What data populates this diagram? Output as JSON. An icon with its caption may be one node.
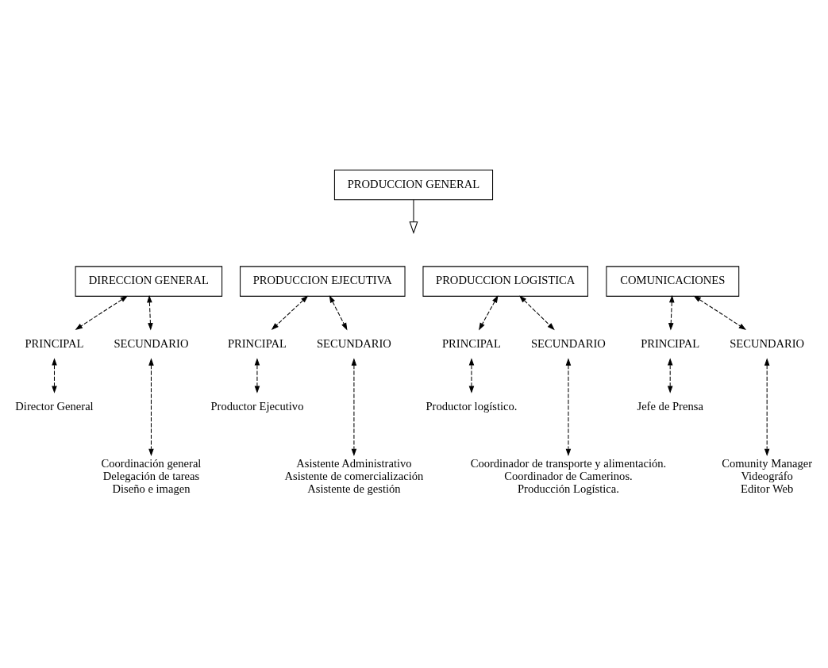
{
  "diagram": {
    "nodes": [
      {
        "text": [
          "PRODUCCION GENERAL"
        ]
      },
      {
        "text": [
          "DIRECCION GENERAL"
        ]
      },
      {
        "text": [
          "PRODUCCION EJECUTIVA"
        ]
      },
      {
        "text": [
          "PRODUCCION LOGISTICA"
        ]
      },
      {
        "text": [
          "COMUNICACIONES"
        ]
      },
      {
        "text": [
          "PRINCIPAL"
        ]
      },
      {
        "text": [
          "SECUNDARIO"
        ]
      },
      {
        "text": [
          "Director General"
        ]
      },
      {
        "text": [
          "Coordinación general",
          "Delegación de tareas",
          "Diseño e imagen"
        ]
      },
      {
        "text": [
          "PRINCIPAL"
        ]
      },
      {
        "text": [
          "SECUNDARIO"
        ]
      },
      {
        "text": [
          "Productor Ejecutivo"
        ]
      },
      {
        "text": [
          "Asistente Administrativo",
          "Asistente de comercialización",
          "Asistente de gestión"
        ]
      },
      {
        "text": [
          "PRINCIPAL"
        ]
      },
      {
        "text": [
          "SECUNDARIO"
        ]
      },
      {
        "text": [
          "Productor logístico."
        ]
      },
      {
        "text": [
          "Coordinador de transporte y alimentación.",
          "Coordinador de Camerinos.",
          "Producción Logística."
        ]
      },
      {
        "text": [
          "PRINCIPAL"
        ]
      },
      {
        "text": [
          "SECUNDARIO"
        ]
      },
      {
        "text": [
          "Jefe de Prensa"
        ]
      },
      {
        "text": [
          "Comunity Manager",
          "Videográfo",
          "Editor Web"
        ]
      }
    ],
    "edges": [
      {
        "from": 0,
        "to": null,
        "arrow": "to"
      },
      {
        "from": 1,
        "to": 5,
        "arrow": "both",
        "style": "dashed"
      },
      {
        "from": 5,
        "to": 7,
        "arrow": "both",
        "style": "dashed"
      },
      {
        "from": 1,
        "to": 6,
        "arrow": "both",
        "style": "dashed"
      },
      {
        "from": 6,
        "to": 8,
        "arrow": "both",
        "style": "dashed"
      },
      {
        "from": 2,
        "to": 9,
        "arrow": "both",
        "style": "dashed"
      },
      {
        "from": 9,
        "to": 11,
        "arrow": "both",
        "style": "dashed"
      },
      {
        "from": 2,
        "to": 10,
        "arrow": "both",
        "style": "dashed"
      },
      {
        "from": 10,
        "to": 12,
        "arrow": "both",
        "style": "dashed"
      },
      {
        "from": 3,
        "to": 13,
        "arrow": "both",
        "style": "dashed"
      },
      {
        "from": 13,
        "to": 15,
        "arrow": "both",
        "style": "dashed"
      },
      {
        "from": 3,
        "to": 14,
        "arrow": "both",
        "style": "dashed"
      },
      {
        "from": 14,
        "to": 16,
        "arrow": "both",
        "style": "dashed"
      },
      {
        "from": 4,
        "to": 17,
        "arrow": "both",
        "style": "dashed"
      },
      {
        "from": 17,
        "to": 19,
        "arrow": "both",
        "style": "dashed"
      },
      {
        "from": 4,
        "to": 18,
        "arrow": "both",
        "style": "dashed"
      },
      {
        "from": 18,
        "to": 20,
        "arrow": "both",
        "style": "dashed"
      }
    ]
  }
}
